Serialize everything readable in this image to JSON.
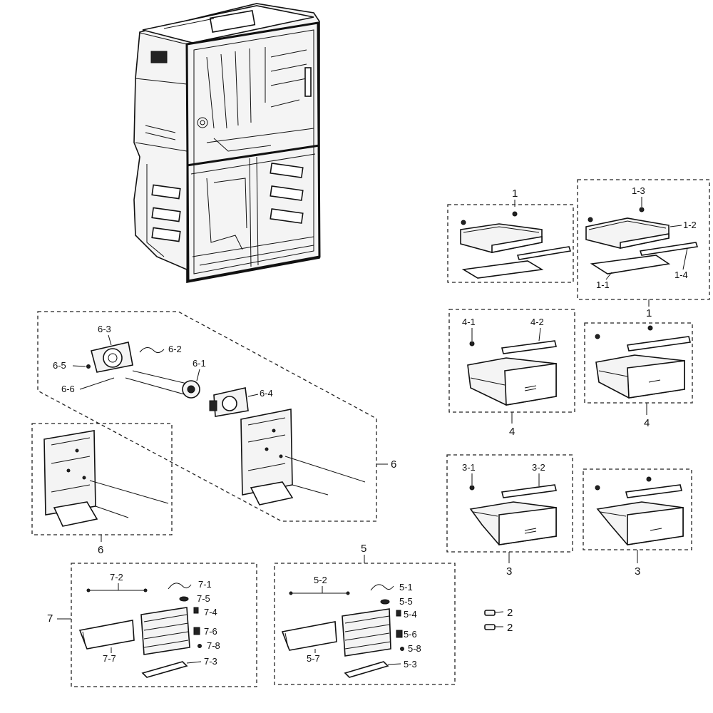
{
  "callouts": {
    "g1_title": "1",
    "g1_right_title": "1-3",
    "g1_right_12": "1-2",
    "g1_right_11": "1-1",
    "g1_right_14": "1-4",
    "g1_right_bottom": "1",
    "g4_41": "4-1",
    "g4_42": "4-2",
    "g4_bottom": "4",
    "g4_right_bottom": "4",
    "g3_31": "3-1",
    "g3_32": "3-2",
    "g3_bottom": "3",
    "g3_right_bottom": "3",
    "g6_63": "6-3",
    "g6_62": "6-2",
    "g6_65": "6-5",
    "g6_61": "6-1",
    "g6_66": "6-6",
    "g6_64": "6-4",
    "g6_side": "6",
    "g6_left_bottom": "6",
    "g7_side": "7",
    "g7_72": "7-2",
    "g7_71": "7-1",
    "g7_75": "7-5",
    "g7_74": "7-4",
    "g7_76": "7-6",
    "g7_78": "7-8",
    "g7_77": "7-7",
    "g7_73": "7-3",
    "g5_top": "5",
    "g5_52": "5-2",
    "g5_51": "5-1",
    "g5_55": "5-5",
    "g5_54": "5-4",
    "g5_56": "5-6",
    "g5_58": "5-8",
    "g5_57": "5-7",
    "g5_53": "5-3",
    "p2_a": "2",
    "p2_b": "2"
  }
}
